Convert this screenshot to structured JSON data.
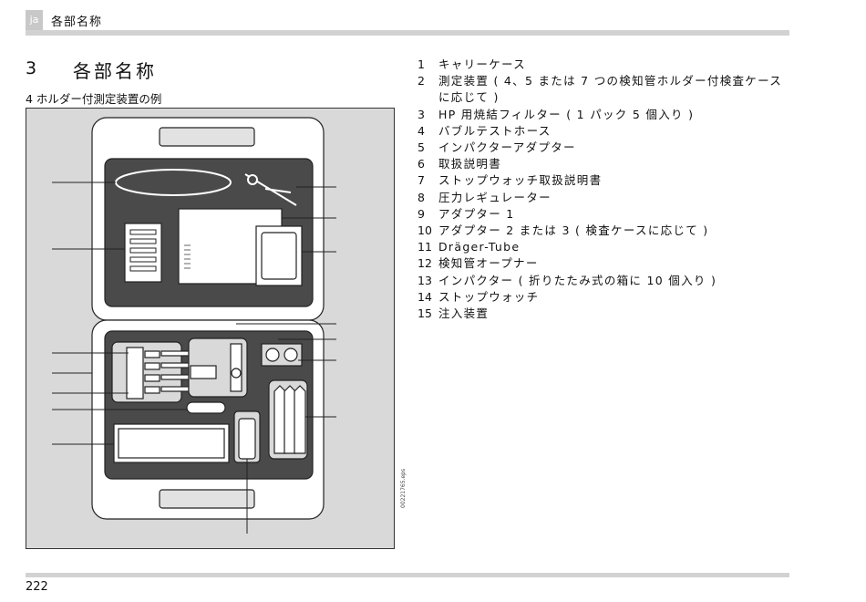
{
  "header": {
    "lang_tab": "ja",
    "title": "各部名称"
  },
  "section": {
    "number": "3",
    "title": "各部名称"
  },
  "figure": {
    "caption": "4 ホルダー付測定装置の例",
    "code": "00221765.eps"
  },
  "legend": [
    {
      "num": "1",
      "text": "キャリーケース"
    },
    {
      "num": "2",
      "text": "測定装置 ( 4、5 または 7 つの検知管ホルダー付検査ケースに応じて )"
    },
    {
      "num": "3",
      "text": "HP 用焼結フィルター ( 1 パック 5 個入り )"
    },
    {
      "num": "4",
      "text": "バブルテストホース"
    },
    {
      "num": "5",
      "text": "インパクターアダプター"
    },
    {
      "num": "6",
      "text": "取扱説明書"
    },
    {
      "num": "7",
      "text": "ストップウォッチ取扱説明書"
    },
    {
      "num": "8",
      "text": "圧力レギュレーター"
    },
    {
      "num": "9",
      "text": "アダプター 1"
    },
    {
      "num": "10",
      "text": "アダプター 2 または 3 ( 検査ケースに応じて )"
    },
    {
      "num": "11",
      "text": "Dräger-Tube"
    },
    {
      "num": "12",
      "text": "検知管オープナー"
    },
    {
      "num": "13",
      "text": "インパクター ( 折りたたみ式の箱に 10 個入り )"
    },
    {
      "num": "14",
      "text": "ストップウォッチ"
    },
    {
      "num": "15",
      "text": "注入装置"
    }
  ],
  "footer": {
    "page_number": "222"
  }
}
